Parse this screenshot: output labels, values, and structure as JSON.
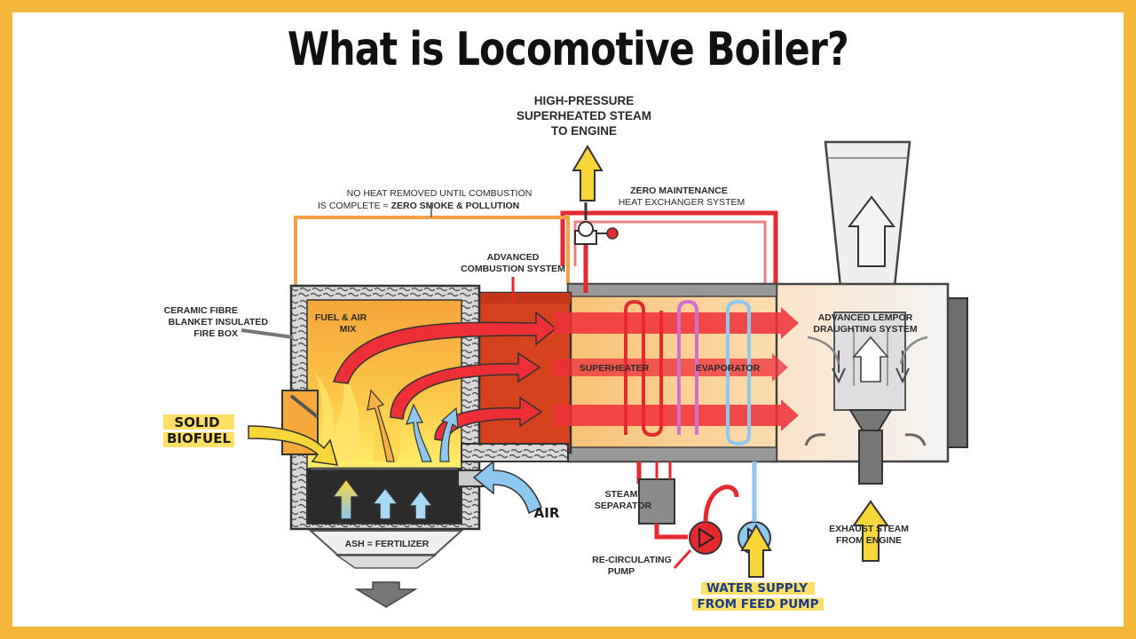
{
  "title": "What is Locomotive Boiler?",
  "labels": {
    "steam_out_1": "HIGH-PRESSURE",
    "steam_out_2": "SUPERHEATED STEAM",
    "steam_out_3": "TO ENGINE",
    "no_heat_1": "NO HEAT REMOVED UNTIL COMBUSTION",
    "no_heat_2a": "IS COMPLETE = ",
    "no_heat_2b": "ZERO SMOKE & POLLUTION",
    "zero_maint_1": "ZERO MAINTENANCE",
    "zero_maint_2": "HEAT EXCHANGER SYSTEM",
    "adv_comb_1": "ADVANCED",
    "adv_comb_2": "COMBUSTION SYSTEM",
    "ceramic_1": "CERAMIC FIBRE",
    "ceramic_2": "BLANKET INSULATED",
    "ceramic_3": "FIRE BOX",
    "fuel_air_1": "FUEL & AIR",
    "fuel_air_2": "MIX",
    "solid_1": "SOLID",
    "solid_2": "BIOFUEL",
    "superheater": "SUPERHEATER",
    "evaporator": "EVAPORATOR",
    "lempor_1": "ADVANCED LEMPOR",
    "lempor_2": "DRAUGHTING SYSTEM",
    "air": "AIR",
    "ash": "ASH = FERTILIZER",
    "separator_1": "STEAM",
    "separator_2": "SEPARATOR",
    "recirc_1": "RE-CIRCULATING",
    "recirc_2": "PUMP",
    "water_1": "WATER SUPPLY",
    "water_2": "FROM FEED PUMP",
    "exhaust_1": "EXHAUST STEAM",
    "exhaust_2": "FROM ENGINE"
  },
  "colors": {
    "border": "#f6b83a",
    "hot_red": "#e8282f",
    "firebox_orange": "#f7a83a",
    "combustion_red": "#d7421e",
    "pipe_blue": "#8ec8f0",
    "arrow_yellow": "#f7d63a",
    "highlight_yellow": "#ffe066"
  }
}
